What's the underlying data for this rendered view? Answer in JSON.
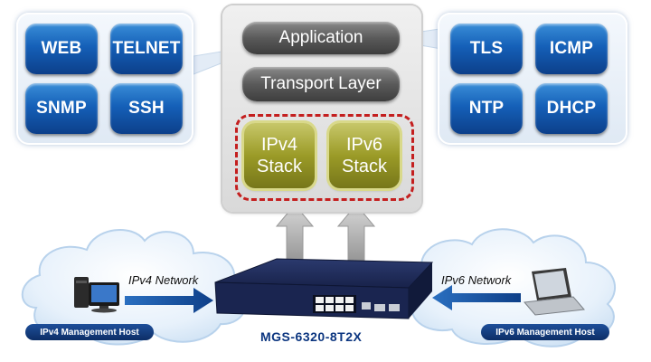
{
  "left_protocols": [
    "WEB",
    "TELNET",
    "SNMP",
    "SSH"
  ],
  "right_protocols": [
    "TLS",
    "ICMP",
    "NTP",
    "DHCP"
  ],
  "stack": {
    "application": "Application",
    "transport": "Transport Layer",
    "ipv4_line1": "IPv4",
    "ipv4_line2": "Stack",
    "ipv6_line1": "IPv6",
    "ipv6_line2": "Stack"
  },
  "network": {
    "ipv4_label": "IPv4 Network",
    "ipv6_label": "IPv6 Network",
    "ipv4_host": "IPv4 Management Host",
    "ipv6_host": "IPv6 Management Host",
    "switch_model": "MGS-6320-8T2X"
  },
  "icons": [
    "pc-icon",
    "laptop-icon",
    "switch-icon",
    "up-arrow-icon",
    "right-arrow-icon",
    "left-arrow-icon",
    "cloud-icon"
  ],
  "colors": {
    "protocol_blue": "#1560b8",
    "stack_olive": "#9b9b27",
    "dash_red": "#c41f1f",
    "badge_navy": "#0d2e66",
    "model_text": "#0c3680"
  }
}
